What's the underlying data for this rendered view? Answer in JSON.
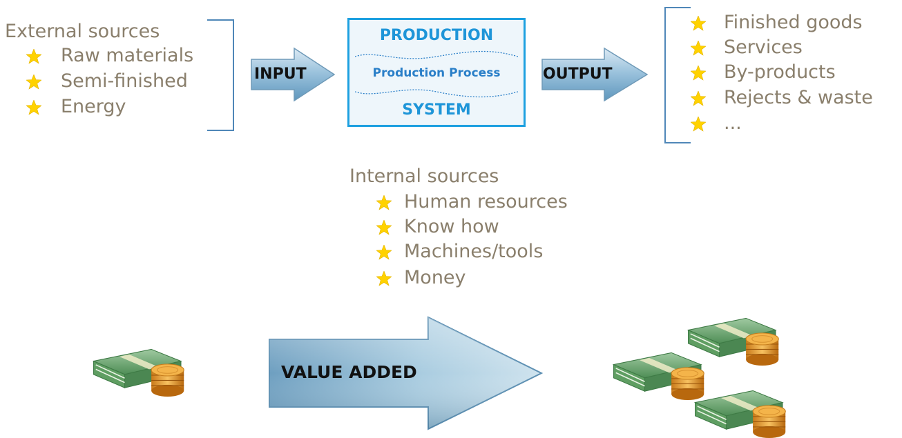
{
  "external": {
    "heading": "External sources",
    "items": [
      "Raw materials",
      "Semi-finished",
      "Energy"
    ]
  },
  "input_label": "INPUT",
  "production": {
    "title": "PRODUCTION",
    "process": "Production Process",
    "system": "SYSTEM"
  },
  "output_label": "OUTPUT",
  "outputs": {
    "items": [
      "Finished goods",
      "Services",
      "By-products",
      "Rejects & waste",
      "..."
    ]
  },
  "internal": {
    "heading": "Internal sources",
    "items": [
      "Human resources",
      "Know how",
      "Machines/tools",
      "Money"
    ]
  },
  "value_added_label": "VALUE ADDED",
  "colors": {
    "star": "#ffd200",
    "text": "#8a7f6c",
    "accent_blue": "#1da0e0",
    "bracket": "#4f87b8"
  },
  "icons": {
    "bullet": "star-icon",
    "money_small": "money-stack-icon",
    "money_large": "money-stacks-icon"
  }
}
